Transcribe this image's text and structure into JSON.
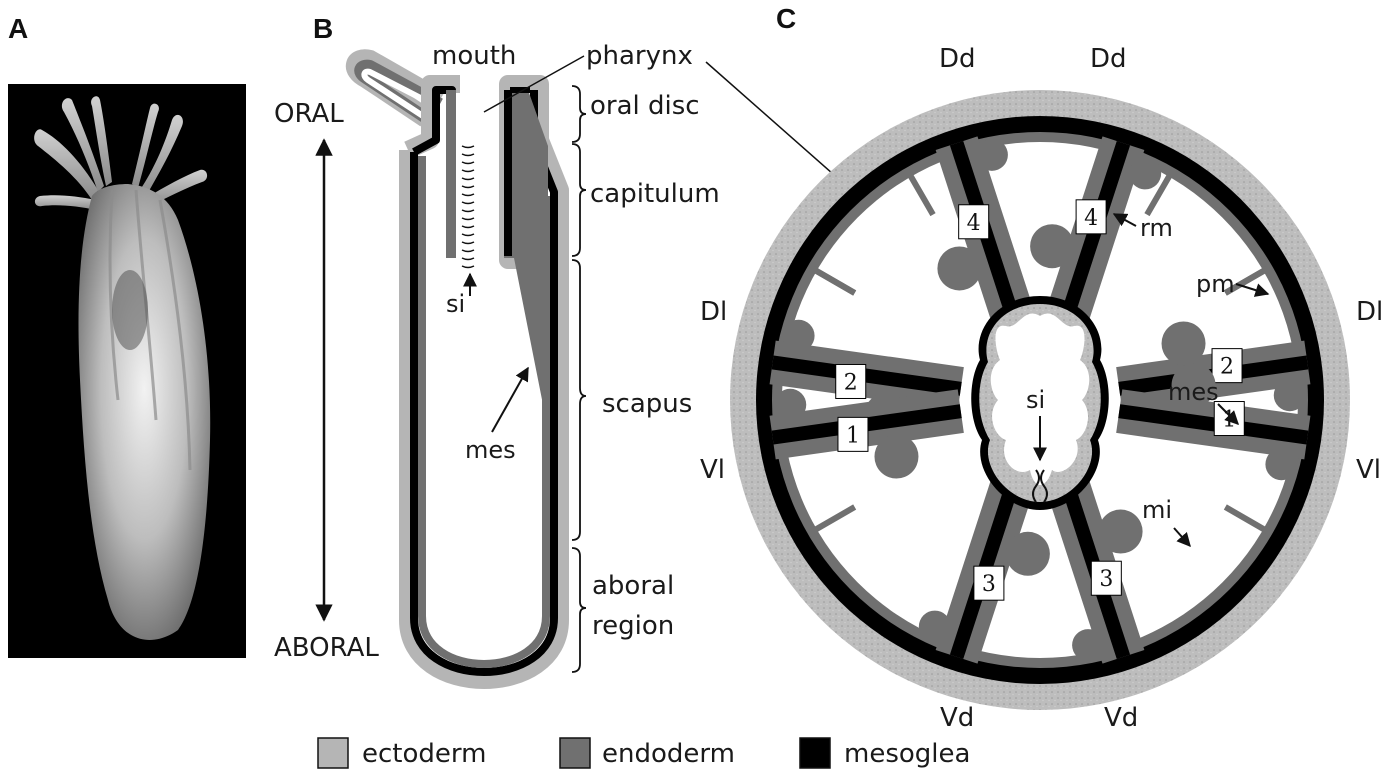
{
  "panels": {
    "a": "A",
    "b": "B",
    "c": "C"
  },
  "panel_b": {
    "mouth": "mouth",
    "pharynx": "pharynx",
    "oral_disc": "oral disc",
    "capitulum": "capitulum",
    "scapus": "scapus",
    "aboral_line1": "aboral",
    "aboral_line2": "region",
    "oral": "ORAL",
    "aboral": "ABORAL",
    "si": "si",
    "mes": "mes"
  },
  "panel_c": {
    "dd": "Dd",
    "dl": "Dl",
    "vl": "Vl",
    "vd": "Vd",
    "rm": "rm",
    "pm": "pm",
    "mes": "mes",
    "si": "si",
    "mi": "mi",
    "mesentery_numbers": [
      "4",
      "4",
      "2",
      "2",
      "1",
      "1",
      "3",
      "3"
    ]
  },
  "legend": [
    {
      "label": "ectoderm",
      "color": "#b5b5b5"
    },
    {
      "label": "endoderm",
      "color": "#707070"
    },
    {
      "label": "mesoglea",
      "color": "#000000"
    }
  ],
  "colors": {
    "ectoderm": "#b5b5b5",
    "endoderm": "#707070",
    "mesoglea": "#000000"
  }
}
